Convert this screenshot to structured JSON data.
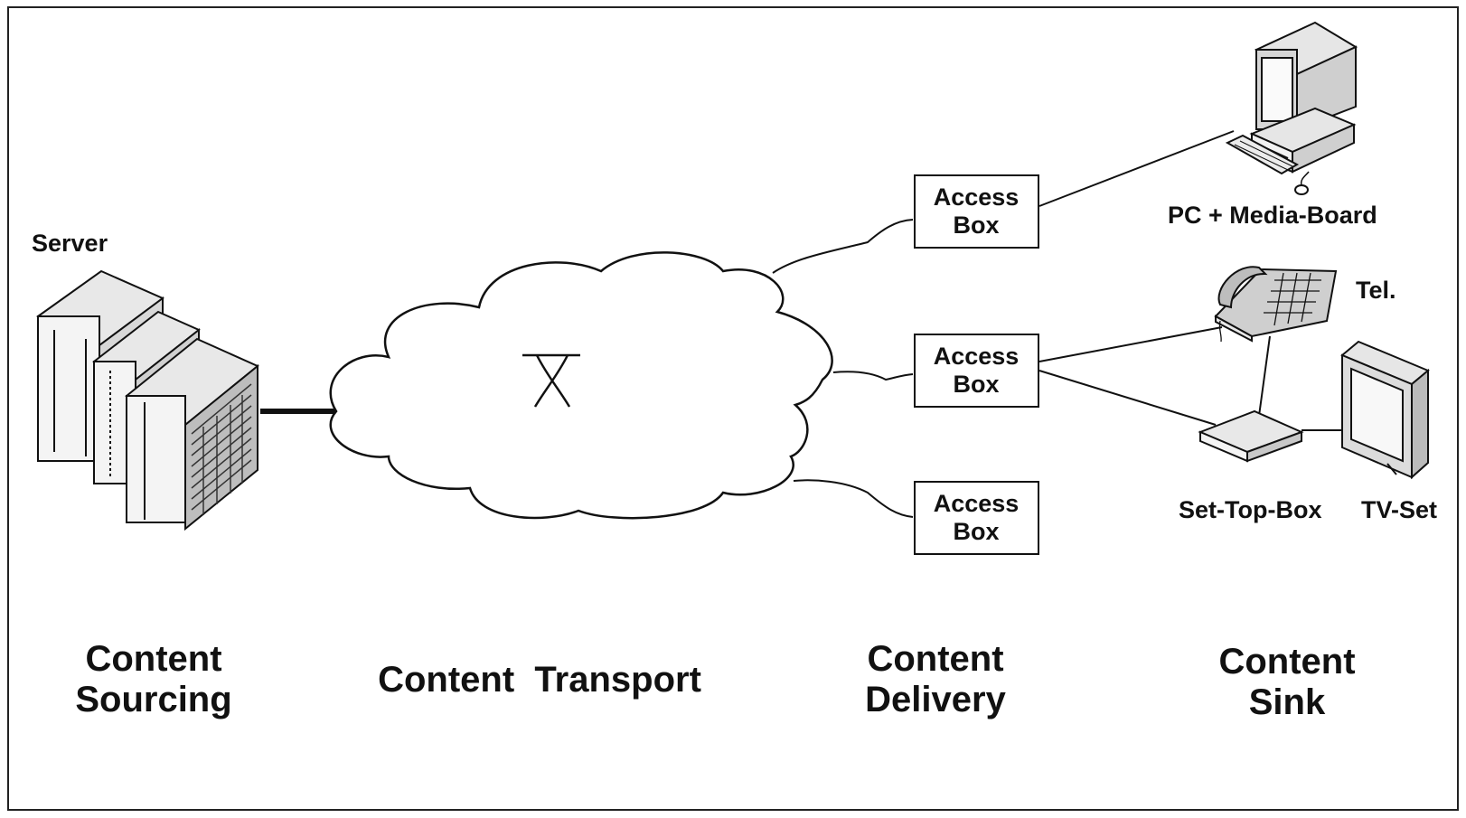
{
  "labels": {
    "server": "Server",
    "pc": "PC + Media-Board",
    "tel": "Tel.",
    "stb": "Set-Top-Box",
    "tv": "TV-Set"
  },
  "access_boxes": [
    {
      "line1": "Access",
      "line2": "Box"
    },
    {
      "line1": "Access",
      "line2": "Box"
    },
    {
      "line1": "Access",
      "line2": "Box"
    }
  ],
  "stages": {
    "sourcing": {
      "line1": "Content",
      "line2": "Sourcing"
    },
    "transport": {
      "line1": "Content  Transport"
    },
    "delivery": {
      "line1": "Content",
      "line2": "Delivery"
    },
    "sink": {
      "line1": "Content",
      "line2": "Sink"
    }
  },
  "icons": [
    "server-icon",
    "network-cloud-icon",
    "switch-icon",
    "pc-icon",
    "telephone-icon",
    "set-top-box-icon",
    "tv-icon"
  ]
}
